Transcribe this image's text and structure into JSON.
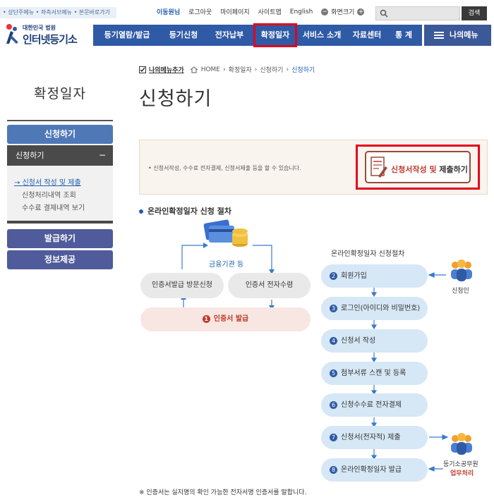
{
  "top": {
    "skip_links": "• 상단주메뉴  • 좌측서브메뉴  • 본문바로가기",
    "user_name": "이동원님",
    "logout": "로그아웃",
    "mypage": "마이페이지",
    "sitemap": "사이트맵",
    "english": "English",
    "fontsize": "화면크기",
    "search_button": "검색"
  },
  "logo": {
    "line1": "대한민국 법원",
    "line2": "인터넷등기소"
  },
  "nav": {
    "items": [
      "등기열람/발급",
      "등기신청",
      "전자납부",
      "확정일자",
      "서비스 소개",
      "자료센터",
      "통 계"
    ],
    "my_menu": "나의메뉴"
  },
  "sidebar": {
    "title": "확정일자",
    "btn_apply": "신청하기",
    "sub_head": "신청하기",
    "sub_links": [
      "신청서 작성 및 제출",
      "신청처리내역 조회",
      "수수료 결제내역 보기"
    ],
    "btn_issue": "발급하기",
    "btn_info": "정보제공"
  },
  "breadcrumb": {
    "add": "나의메뉴추가",
    "home": "HOME",
    "l1": "확정일자",
    "l2": "신청하기",
    "current": "신청하기"
  },
  "page_title": "신청하기",
  "info": {
    "text": "• 신청서작성, 수수료 전자결제, 신청서제출 등을 할 수 있습니다.",
    "apply_part1": "신청서작성 및",
    "apply_part2": "제출하기"
  },
  "section_title": "온라인확정일자 신청 절차",
  "left_diagram": {
    "bank": "금융기관 등",
    "visit": "인증서발급 방문신청",
    "receive": "인증서 전자수령",
    "issue_num": "1",
    "issue": "인증서 발급"
  },
  "procedure": {
    "title": "온라인확정일자 신청절차",
    "steps": [
      {
        "n": "2",
        "label": "회원가입"
      },
      {
        "n": "3",
        "label": "로그인(아이디와 비밀번호)"
      },
      {
        "n": "4",
        "label": "신청서 작성"
      },
      {
        "n": "5",
        "label": "첨부서류 스캔 및 등록"
      },
      {
        "n": "6",
        "label": "신청수수료 전자결제"
      },
      {
        "n": "7",
        "label": "신청서(전자적) 제출"
      },
      {
        "n": "8",
        "label": "온라인확정일자 발급"
      }
    ],
    "applicant": "신청인",
    "officer1": "등기소공무원",
    "officer2": "업무처리"
  },
  "footnote": "※ 인증서는 실지명의 확인 가능한 전자서명 인증서를 말합니다.",
  "colors": {
    "nav": "#2f5aa6",
    "highlight": "#e4001b",
    "step": "#d6e7f6",
    "sidebar_btn": "#4f78b7",
    "sidebar_btn2": "#4f5b9a"
  }
}
